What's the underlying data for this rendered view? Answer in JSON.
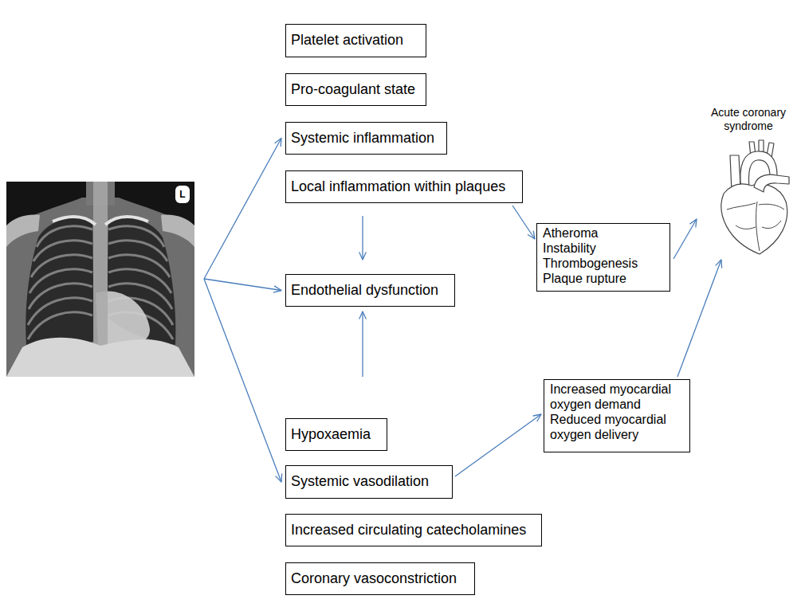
{
  "diagram": {
    "nodes": [
      {
        "text": [
          "L"
        ]
      },
      {
        "text": [
          "Platelet activation"
        ]
      },
      {
        "text": [
          "Pro-coagulant state"
        ]
      },
      {
        "text": [
          "Systemic inflammation"
        ]
      },
      {
        "text": [
          "Local inflammation within plaques"
        ]
      },
      {
        "text": [
          "Endothelial dysfunction"
        ]
      },
      {
        "text": [
          "Hypoxaemia"
        ]
      },
      {
        "text": [
          "Systemic vasodilation"
        ]
      },
      {
        "text": [
          "Increased circulating catecholamines"
        ]
      },
      {
        "text": [
          "Coronary vasoconstriction"
        ]
      },
      {
        "text": [
          "Atheroma Instability Thrombogenesis Plaque rupture"
        ]
      },
      {
        "text": [
          "Increased myocardial oxygen demand Reduced myocardial oxygen delivery"
        ]
      },
      {
        "text": [
          "Acute coronary syndrome"
        ]
      }
    ],
    "edges": [
      {
        "from": 0,
        "to": 3,
        "arrow": "to"
      },
      {
        "from": 0,
        "to": 5,
        "arrow": "to"
      },
      {
        "from": 0,
        "to": 7,
        "arrow": "to"
      },
      {
        "from": 4,
        "to": 5,
        "arrow": "to"
      },
      {
        "from": 6,
        "to": 5,
        "arrow": "to"
      },
      {
        "from": 4,
        "to": 10,
        "arrow": "to"
      },
      {
        "from": 7,
        "to": 11,
        "arrow": "to"
      },
      {
        "from": 10,
        "to": 12,
        "arrow": "to"
      },
      {
        "from": 11,
        "to": 12,
        "arrow": "to"
      }
    ]
  }
}
